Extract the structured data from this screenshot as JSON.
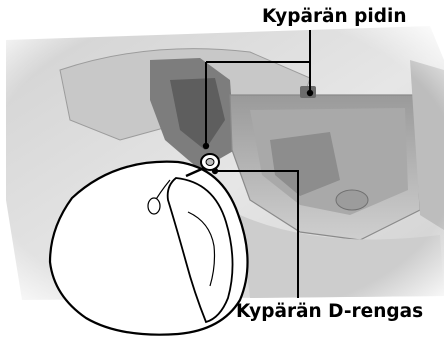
{
  "labels": {
    "helmet_holder": "Kypärän pidin",
    "helmet_d_ring": "Kypärän D-rengas"
  },
  "colors": {
    "background": "#ffffff",
    "photo_light": "#e4e4e4",
    "photo_mid": "#b9b9b9",
    "photo_dark": "#6f6f6f",
    "outline": "#000000",
    "callout_line": "#000000"
  },
  "icons": {
    "helmet": "helmet-drawing",
    "scooter": "scooter-storage-photo"
  }
}
